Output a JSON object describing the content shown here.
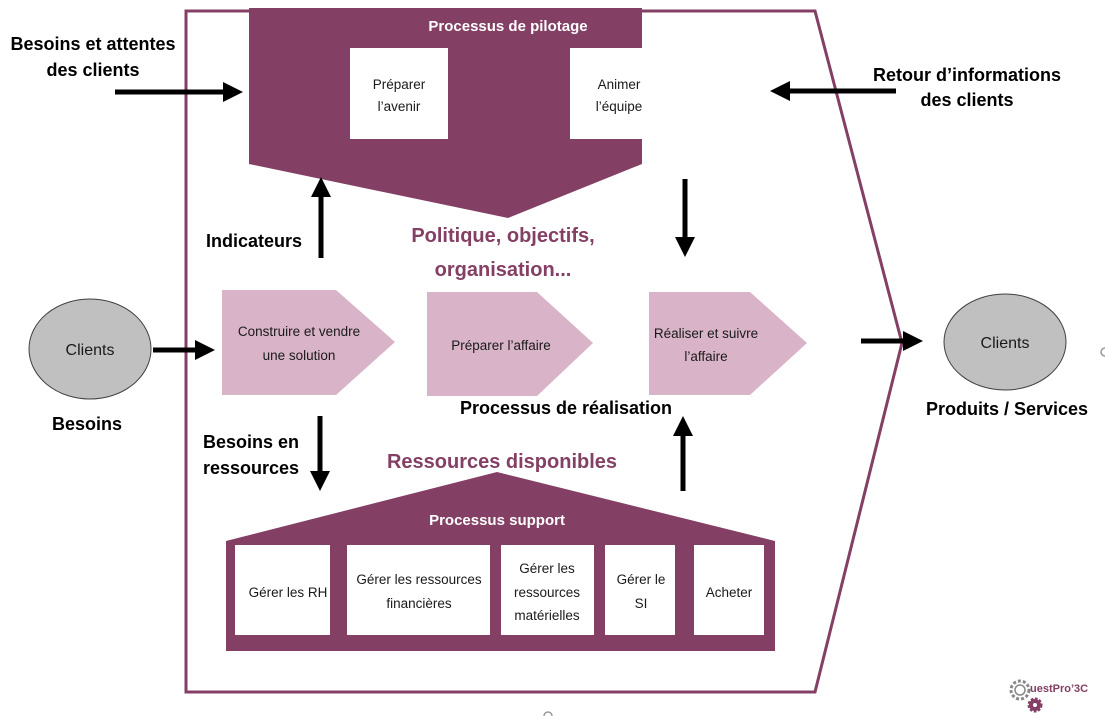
{
  "colors": {
    "primary": "#843f64",
    "chevron": "#d9b3c8",
    "ellipse": "#c0c0c0",
    "arrow": "#000000",
    "box": "#ffffff"
  },
  "pilotage": {
    "title": "Processus de pilotage",
    "boxes": [
      {
        "lines": [
          "Préparer",
          "l’avenir"
        ]
      },
      {
        "lines": [
          "Animer",
          "l’équipe"
        ]
      }
    ]
  },
  "realisation": {
    "title": "Processus de réalisation",
    "steps": [
      {
        "lines": [
          "Construire et vendre",
          "une solution"
        ]
      },
      {
        "lines": [
          "Préparer l’affaire"
        ]
      },
      {
        "lines": [
          "Réaliser et suivre",
          "l’affaire"
        ]
      }
    ]
  },
  "support": {
    "title": "Processus support",
    "boxes": [
      {
        "lines": [
          "Gérer les RH"
        ]
      },
      {
        "lines": [
          "Gérer les ressources",
          "financières"
        ]
      },
      {
        "lines": [
          "Gérer les",
          "ressources",
          "matérielles"
        ]
      },
      {
        "lines": [
          "Gérer le",
          "SI"
        ]
      },
      {
        "lines": [
          "Acheter"
        ]
      }
    ]
  },
  "labels": {
    "besoins_attentes": [
      "Besoins et attentes",
      "des clients"
    ],
    "retour_info": [
      "Retour d’informations",
      "des clients"
    ],
    "indicateurs": "Indicateurs",
    "politique": [
      "Politique, objectifs,",
      "organisation..."
    ],
    "besoins": "Besoins",
    "besoins_ressources": [
      "Besoins en",
      "ressources"
    ],
    "ressources_dispo": "Ressources disponibles",
    "produits_services": "Produits / Services"
  },
  "clients_in": "Clients",
  "clients_out": "Clients",
  "logo": {
    "text": "uestPro’3C",
    "icon": "gears-icon"
  }
}
